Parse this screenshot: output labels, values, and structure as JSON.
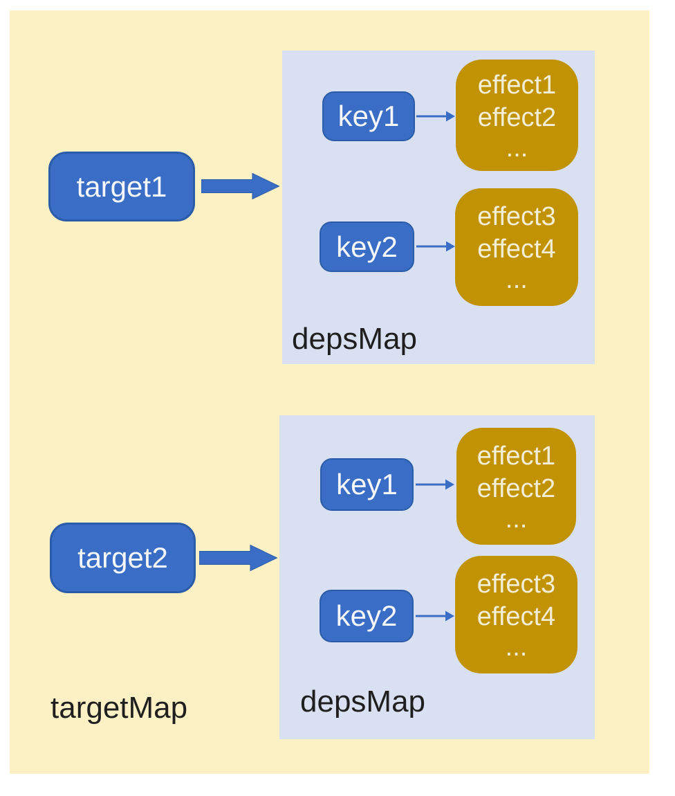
{
  "diagram": {
    "target_map_label": "targetMap",
    "groups": [
      {
        "target_label": "target1",
        "deps_map_label": "depsMap",
        "entries": [
          {
            "key_label": "key1",
            "effect_lines": [
              "effect1",
              "effect2",
              "..."
            ]
          },
          {
            "key_label": "key2",
            "effect_lines": [
              "effect3",
              "effect4",
              "..."
            ]
          }
        ]
      },
      {
        "target_label": "target2",
        "deps_map_label": "depsMap",
        "entries": [
          {
            "key_label": "key1",
            "effect_lines": [
              "effect1",
              "effect2",
              "..."
            ]
          },
          {
            "key_label": "key2",
            "effect_lines": [
              "effect3",
              "effect4",
              "..."
            ]
          }
        ]
      }
    ]
  },
  "icons": {
    "thick_right_arrow": "block-arrow-right",
    "thin_right_arrow": "line-arrow-right"
  },
  "colors": {
    "canvas_bg": "#FCF0C5",
    "panel_bg": "#D9E0F1",
    "node_blue": "#3A6EC6",
    "node_border": "#2B5CA8",
    "arrow_blue": "#3A6EC6",
    "effect_gold": "#C19203",
    "effect_text": "#F3EED6",
    "label_text": "#1F1F1F"
  }
}
